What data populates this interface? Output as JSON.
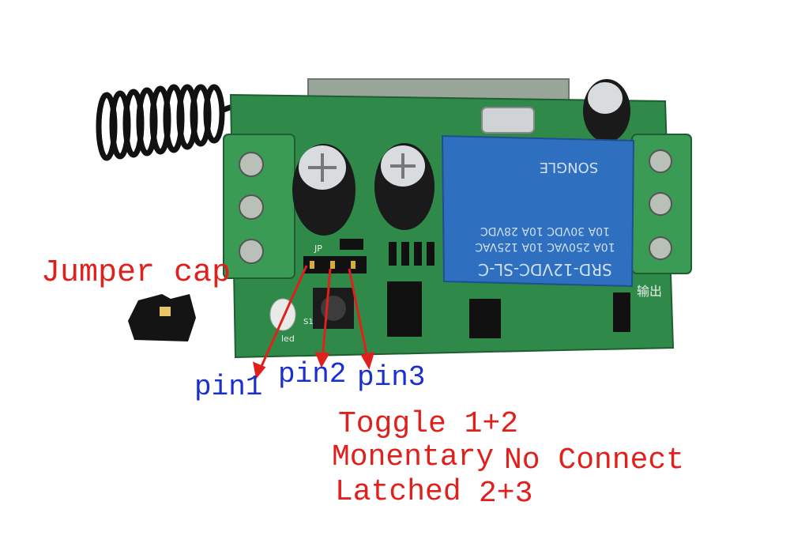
{
  "labels": {
    "jumper_cap": "Jumper cap",
    "pin1": "pin1",
    "pin2": "pin2",
    "pin3": "pin3",
    "toggle": "Toggle 1+2",
    "momentary": "Monentary",
    "no_connect": "No Connect",
    "latched": "Latched",
    "latched_pins": "2+3"
  },
  "relay": {
    "model": "SRD-12VDC-SL-C",
    "rating_1": "10A 250VAC  10A 125VAC",
    "rating_2": "10A 30VDC  10A 28VDC",
    "brand": "SONGLE"
  },
  "board": {
    "jp": "JP",
    "output": "输出",
    "led": "led",
    "s1": "S1"
  },
  "colors": {
    "annotation_red": "#e0201c",
    "annotation_blue": "#1a2fd0",
    "pcb_green": "#2f8a4a",
    "terminal_green": "#3a9b55",
    "relay_blue": "#2f6fc0"
  }
}
